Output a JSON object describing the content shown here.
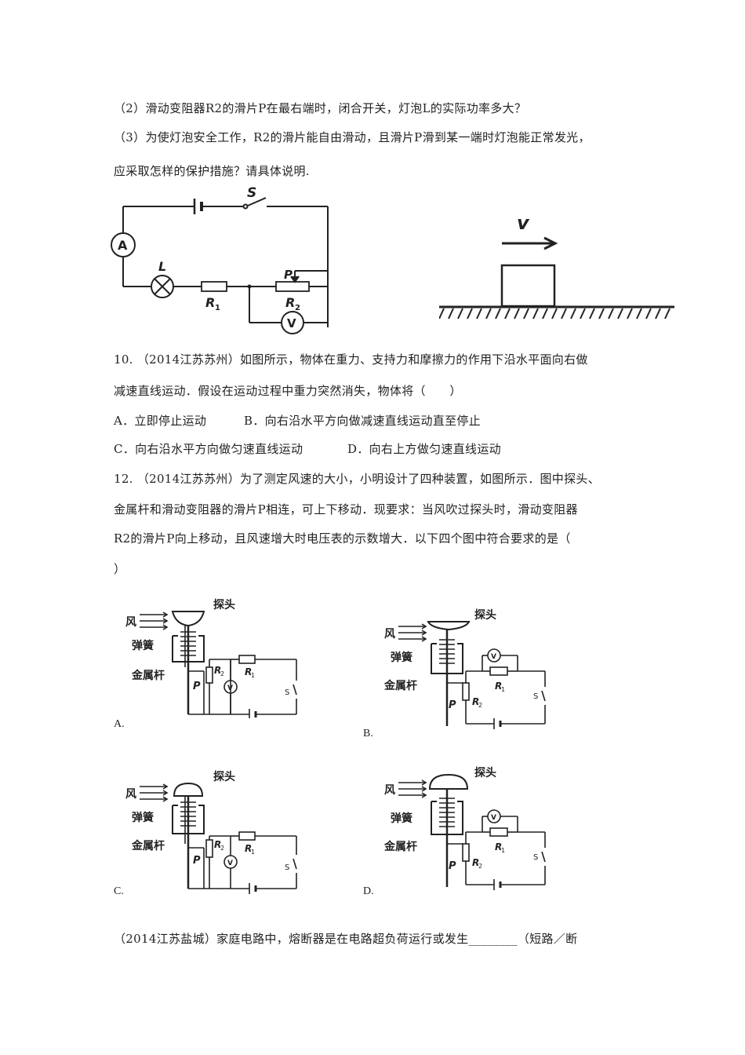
{
  "q9": {
    "part2": "（2）滑动变阻器R2的滑片P在最右端时，闭合开关，灯泡L的实际功率多大？",
    "part3_line1": "（3）为使灯泡安全工作，R2的滑片能自由滑动，且滑片P滑到某一端时灯泡能正常发光，",
    "part3_line2": "应采取怎样的保护措施？请具体说明."
  },
  "circuit1": {
    "S": "S",
    "A": "A",
    "L": "L",
    "R1": "R",
    "R1_sub": "1",
    "R2": "R",
    "R2_sub": "2",
    "P": "P",
    "V": "V"
  },
  "motion": {
    "v": "v"
  },
  "q10": {
    "line1": "10. （2014江苏苏州）如图所示，物体在重力、支持力和摩擦力的作用下沿水平面向右做",
    "line2": "减速直线运动．假设在运动过程中重力突然消失，物体将（　　）",
    "optA": "A．立即停止运动",
    "optB": "B．向右沿水平方向做减速直线运动直至停止",
    "optC": "C．向右沿水平方向做匀速直线运动",
    "optD": "D．向右上方做匀速直线运动"
  },
  "q12": {
    "line1": "12. （2014江苏苏州）为了测定风速的大小，小明设计了四种装置，如图所示．图中探头、",
    "line2": "金属杆和滑动变阻器的滑片P相连，可上下移动．现要求：当风吹过探头时，滑动变阻器",
    "line3": "R2的滑片P向上移动，且风速增大时电压表的示数增大．以下四个图中符合要求的是（",
    "line4": "）"
  },
  "wind_labels": {
    "wind": "风",
    "probe": "探头",
    "spring": "弹簧",
    "rod": "金属杆",
    "P": "P",
    "R": "R",
    "sub1": "1",
    "sub2": "2",
    "V": "V",
    "S": "S"
  },
  "options": {
    "A": "A.",
    "B": "B.",
    "C": "C.",
    "D": "D."
  },
  "q_last": {
    "line1": "（2014江苏盐城）家庭电路中，熔断器是在电路超负荷运行或发生________（短路／断"
  }
}
